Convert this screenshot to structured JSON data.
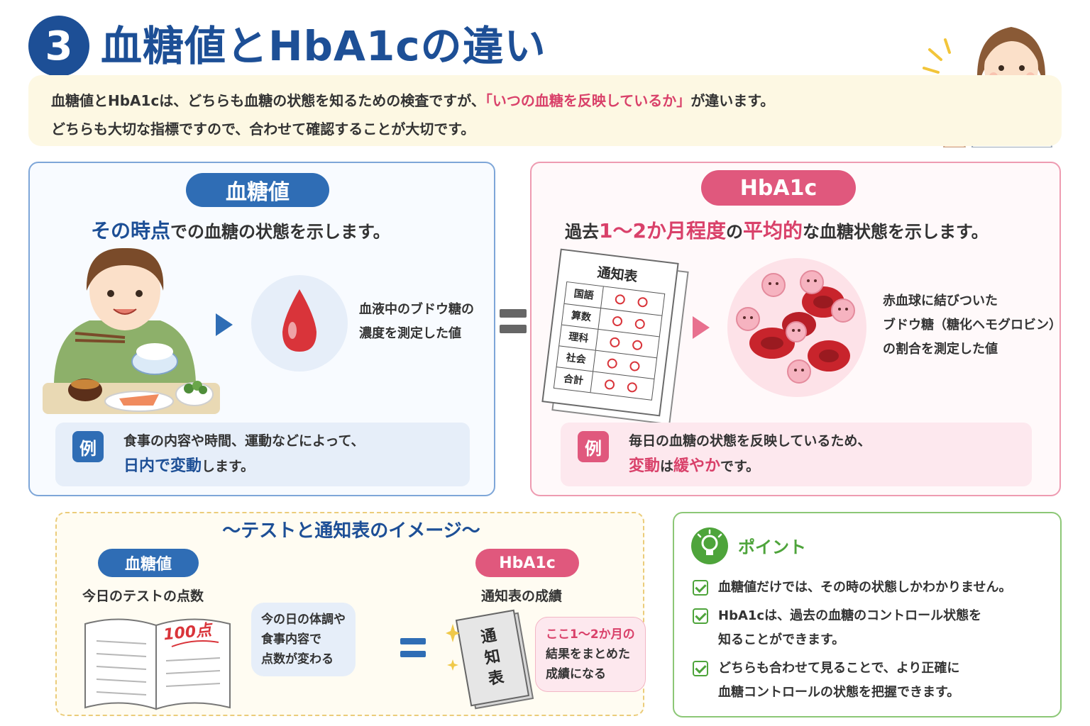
{
  "header": {
    "number": "3",
    "title": "血糖値とHbA1cの違い"
  },
  "intro": {
    "line1_before": "血糖値とHbA1cは、どちらも血糖の状態を知るための検査ですが、",
    "line1_highlight": "「いつの血糖を反映しているか」",
    "line1_after": "が違います。",
    "line2": "どちらも大切な指標ですので、合わせて確認することが大切です。"
  },
  "blood_sugar": {
    "label": "血糖値",
    "subtitle_highlight": "その時点",
    "subtitle_rest": "での血糖の状態を示します。",
    "desc_line1": "血液中のブドウ糖の",
    "desc_line2": "濃度を測定した値",
    "example_badge": "例",
    "example_line1": "食事の内容や時間、運動などによって、",
    "example_highlight": "日内で変動",
    "example_rest": "します。"
  },
  "hba1c": {
    "label": "HbA1c",
    "subtitle_a": "過去",
    "subtitle_b": "1〜2か月程度",
    "subtitle_c": "の",
    "subtitle_d": "平均的",
    "subtitle_e": "な血糖状態を示します。",
    "report_title": "通知表",
    "report_subjects": [
      "国語",
      "算数",
      "理科",
      "社会",
      "合計"
    ],
    "desc_line1": "赤血球に結びついた",
    "desc_line2": "ブドウ糖（糖化ヘモグロビン）",
    "desc_line3": "の割合を測定した値",
    "example_badge": "例",
    "example_line1": "毎日の血糖の状態を反映しているため、",
    "example_h1": "変動",
    "example_mid": "は",
    "example_h2": "緩やか",
    "example_rest": "です。"
  },
  "equals": "=",
  "image_section": {
    "title": "〜テストと通知表のイメージ〜",
    "left_pill": "血糖値",
    "left_label": "今日のテストの点数",
    "score": "100点",
    "bubble_line1": "今の日の体調や",
    "bubble_line2": "食事内容で",
    "bubble_line3": "点数が変わる",
    "right_pill": "HbA1c",
    "right_label": "通知表の成績",
    "book_title": "通知表",
    "pink_line1": "ここ1〜2か月の",
    "pink_line2": "結果をまとめた",
    "pink_line3": "成績になる"
  },
  "point": {
    "title": "ポイント",
    "items": [
      [
        "血糖値だけでは、その時の状態しかわかりません。"
      ],
      [
        "HbA1cは、過去の血糖のコントロール状態を",
        "知ることができます。"
      ],
      [
        "どちらも合わせて見ることで、より正確に",
        "血糖コントロールの状態を把握できます。"
      ]
    ]
  },
  "colors": {
    "blue": "#1d4f96",
    "pink": "#e0587d",
    "green": "#4ea43b",
    "cream": "#fdf8e3"
  }
}
